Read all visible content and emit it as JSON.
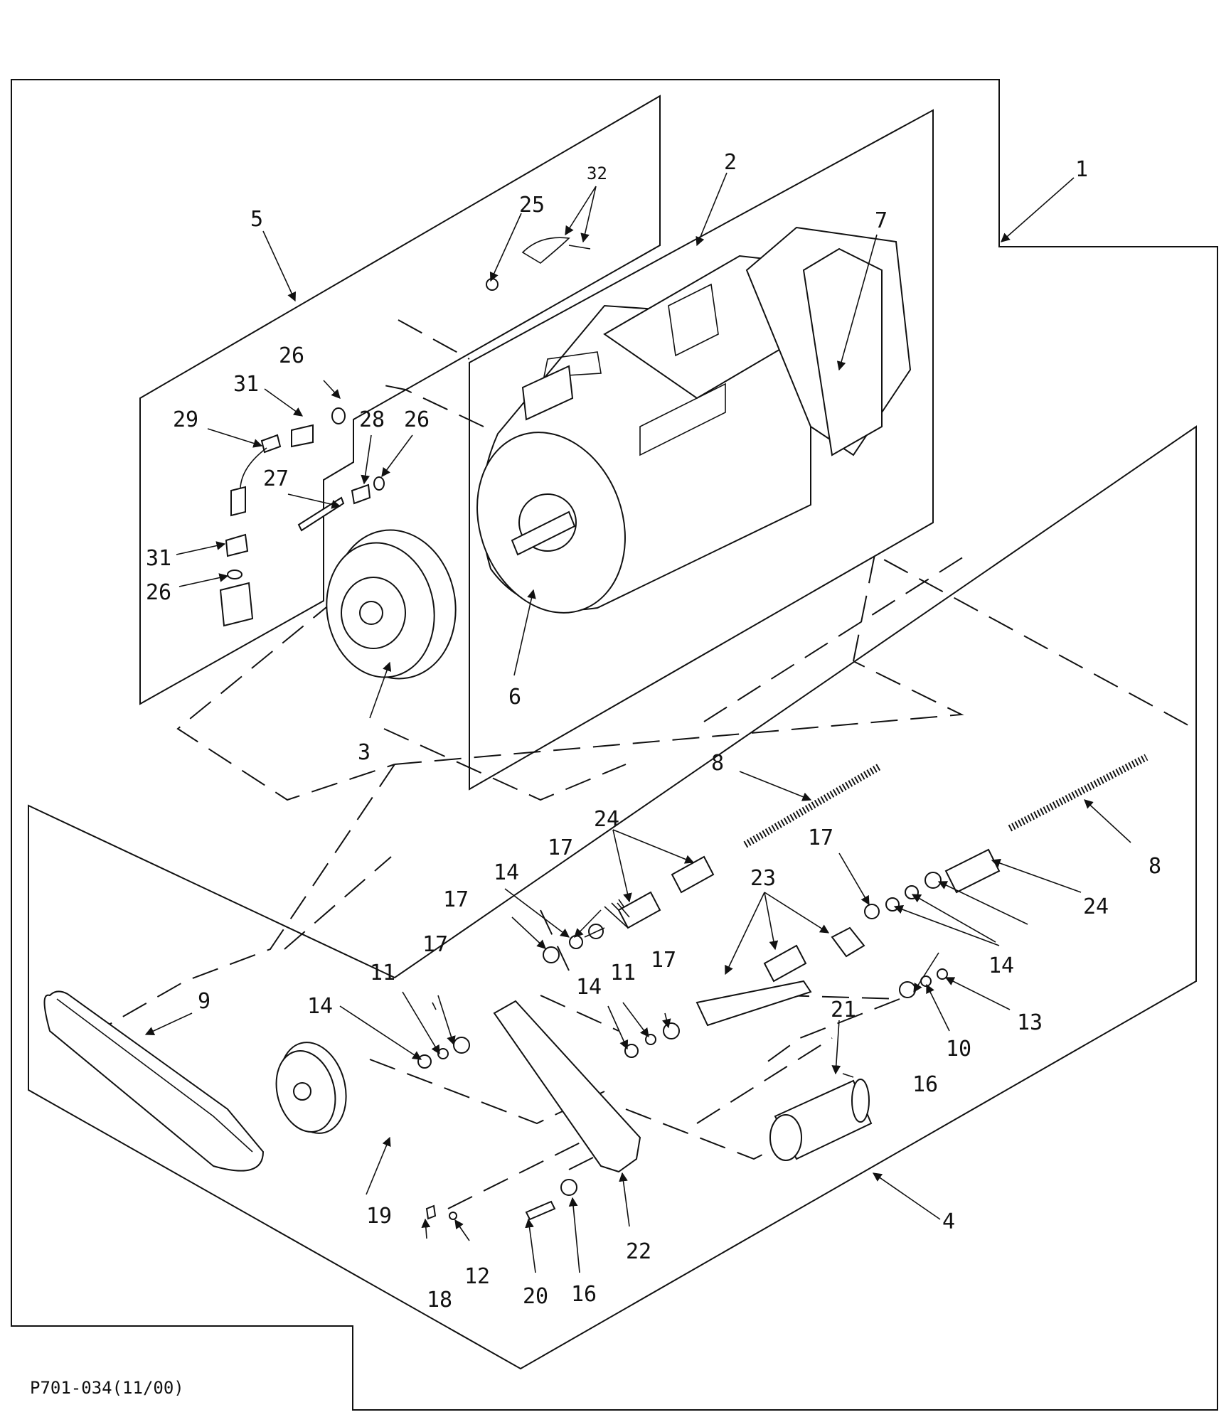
{
  "drawing_code": "P701-034(11/00)",
  "callouts": [
    "1",
    "2",
    "3",
    "4",
    "5",
    "6",
    "7",
    "8",
    "8",
    "9",
    "10",
    "11",
    "11",
    "12",
    "13",
    "14",
    "14",
    "14",
    "14",
    "16",
    "16",
    "17",
    "17",
    "17",
    "17",
    "17",
    "18",
    "19",
    "20",
    "21",
    "22",
    "23",
    "24",
    "24",
    "25",
    "26",
    "26",
    "26",
    "27",
    "28",
    "29",
    "31",
    "31",
    "32"
  ]
}
